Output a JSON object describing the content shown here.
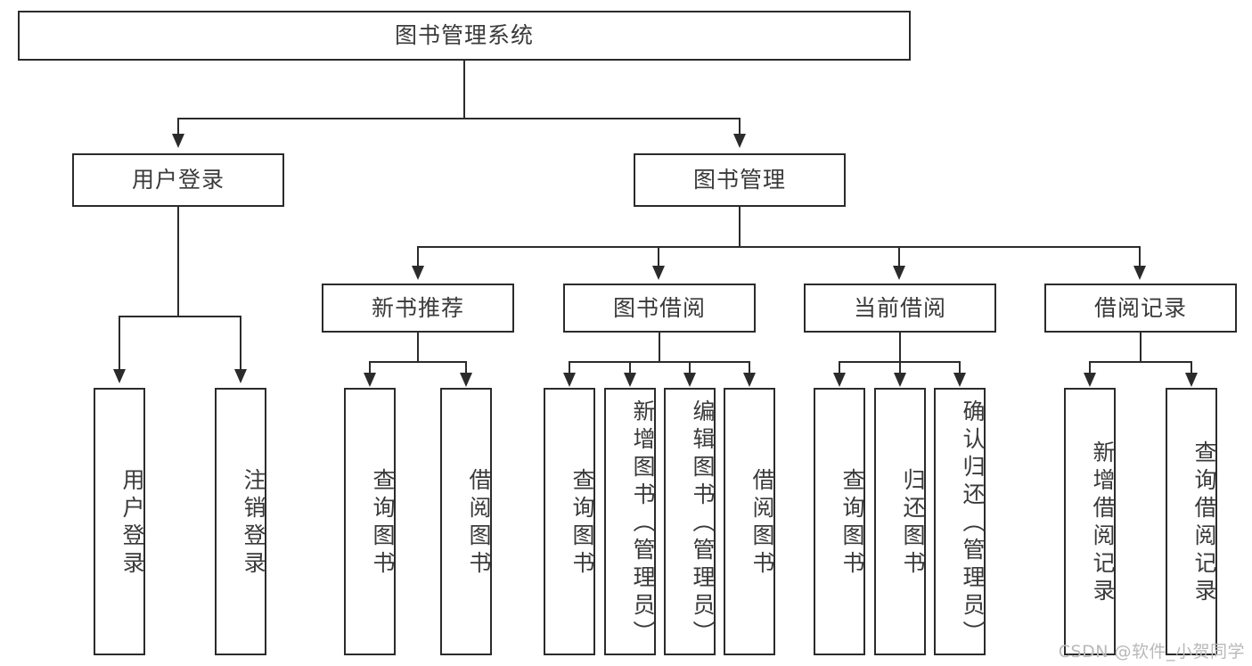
{
  "diagram": {
    "title": "图书管理系统",
    "type": "functional-structure-tree",
    "root": {
      "label": "图书管理系统"
    },
    "level2": [
      {
        "label": "用户登录"
      },
      {
        "label": "图书管理"
      }
    ],
    "level3": [
      {
        "label": "新书推荐"
      },
      {
        "label": "图书借阅"
      },
      {
        "label": "当前借阅"
      },
      {
        "label": "借阅记录"
      }
    ],
    "leaves": {
      "user_login": [
        {
          "label": "用户登录"
        },
        {
          "label": "注销登录"
        }
      ],
      "new_book_recommend": [
        {
          "label": "查询图书"
        },
        {
          "label": "借阅图书"
        }
      ],
      "book_borrow": [
        {
          "label": "查询图书"
        },
        {
          "label": "新增图书（管理员）"
        },
        {
          "label": "编辑图书（管理员）"
        },
        {
          "label": "借阅图书"
        }
      ],
      "current_borrow": [
        {
          "label": "查询图书"
        },
        {
          "label": "归还图书"
        },
        {
          "label": "确认归还（管理员）"
        }
      ],
      "borrow_record": [
        {
          "label": "新增借阅记录"
        },
        {
          "label": "查询借阅记录"
        }
      ]
    }
  },
  "watermark": {
    "text": "CSDN @软件_小贺同学"
  },
  "colors": {
    "border": "#2b2b2b",
    "text": "#3a3a3a",
    "background": "#ffffff",
    "watermark": "#b9b9b9"
  }
}
